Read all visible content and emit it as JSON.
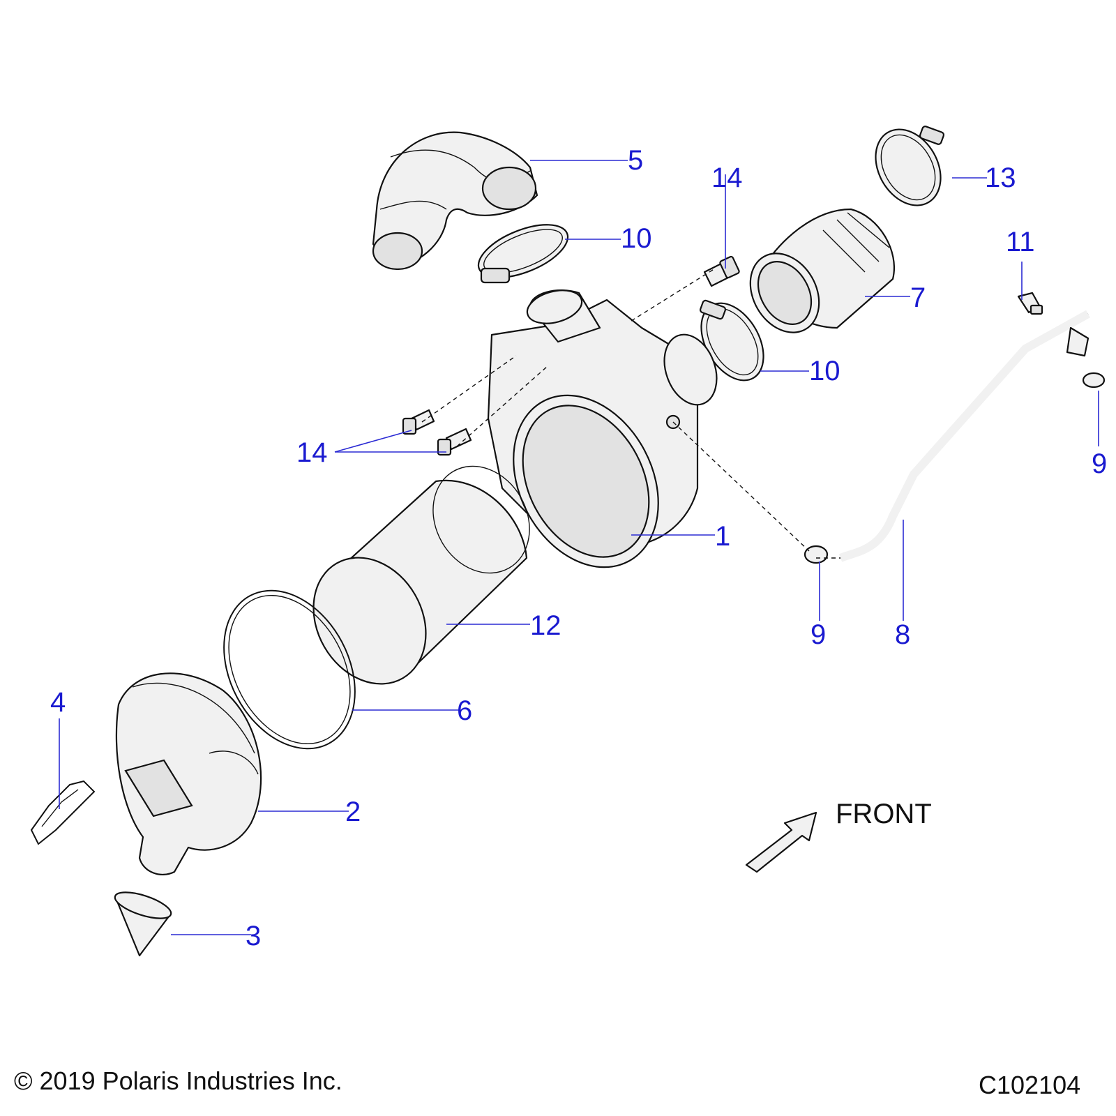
{
  "callouts": {
    "c1": "1",
    "c2": "2",
    "c3": "3",
    "c4": "4",
    "c5": "5",
    "c6": "6",
    "c7": "7",
    "c8": "8",
    "c9a": "9",
    "c9b": "9",
    "c10a": "10",
    "c10b": "10",
    "c11": "11",
    "c12": "12",
    "c13": "13",
    "c14a": "14",
    "c14b": "14"
  },
  "front_label": "FRONT",
  "footer": {
    "copyright": "© 2019 Polaris Industries Inc.",
    "diagram_code": "C102104"
  },
  "colors": {
    "callout": "#1a1ad0",
    "leader": "#2b2bd4",
    "linework": "#111111",
    "part_fill": "#f1f1f1"
  }
}
